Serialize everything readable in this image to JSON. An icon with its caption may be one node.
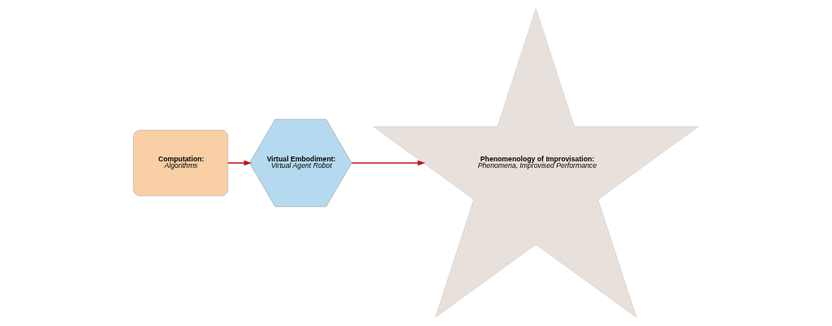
{
  "diagram": {
    "nodes": [
      {
        "text": [
          "Computation:",
          "Algorithms"
        ]
      },
      {
        "text": [
          "Virtual Embodiment:",
          "Virtual Agent Robot"
        ]
      },
      {
        "text": [
          "Phenomenology of Improvisation:",
          "Phenomena, Improvised Performance"
        ]
      }
    ],
    "edges": [
      {
        "from": 0,
        "to": 1,
        "arrow": "to"
      },
      {
        "from": 1,
        "to": 2,
        "arrow": "to"
      }
    ]
  }
}
